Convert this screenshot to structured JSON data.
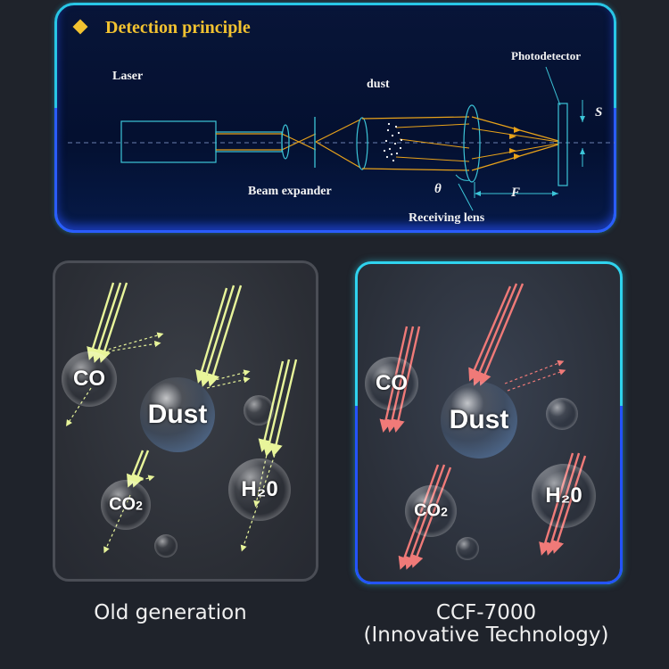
{
  "principle": {
    "title": "Detection principle",
    "labels": {
      "laser": "Laser",
      "dust": "dust",
      "photodetector": "Photodetector",
      "beam_expander": "Beam expander",
      "receiving_lens": "Receiving lens",
      "theta": "θ",
      "f": "F",
      "s": "S"
    },
    "colors": {
      "beam": "#e8a21a",
      "frame": "#28c6e6",
      "accent": "#f2c230"
    }
  },
  "old_panel": {
    "molecules": {
      "co": "CO",
      "dust": "Dust",
      "co2_main": "CO",
      "co2_sub": "2",
      "h2o": "H₂0"
    },
    "beam_color": "#e8f59a"
  },
  "new_panel": {
    "molecules": {
      "co": "CO",
      "dust": "Dust",
      "co2_main": "CO",
      "co2_sub": "2",
      "h2o": "H₂0"
    },
    "beam_color": "#f07a78"
  },
  "captions": {
    "old": "Old generation",
    "new_line1": "CCF-7000",
    "new_line2": "(Innovative Technology)"
  }
}
